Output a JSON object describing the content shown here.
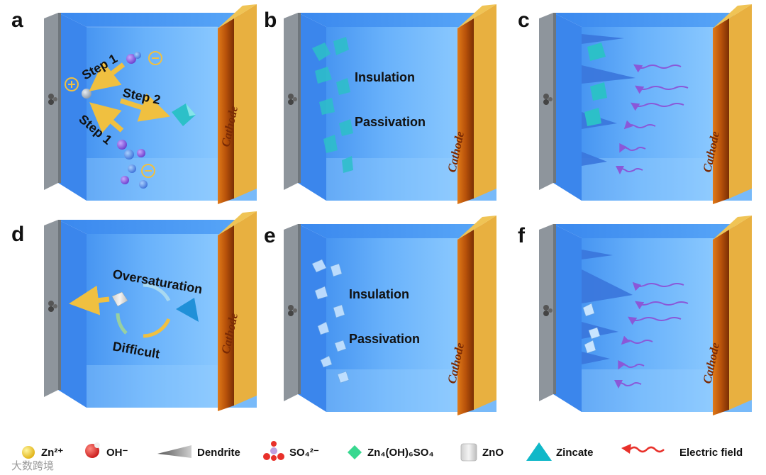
{
  "panels": [
    {
      "id": "a",
      "label": "a",
      "texts": {
        "step1_top": "Step 1",
        "step2": "Step 2",
        "step1_bottom": "Step 1"
      }
    },
    {
      "id": "b",
      "label": "b",
      "texts": {
        "insulation": "Insulation",
        "passivation": "Passivation"
      }
    },
    {
      "id": "c",
      "label": "c",
      "texts": {}
    },
    {
      "id": "d",
      "label": "d",
      "texts": {
        "oversaturation": "Oversaturation",
        "difficult": "Difficult"
      }
    },
    {
      "id": "e",
      "label": "e",
      "texts": {
        "insulation": "Insulation",
        "passivation": "Passivation"
      }
    },
    {
      "id": "f",
      "label": "f",
      "texts": {}
    }
  ],
  "cathode_label": "Cathode",
  "legend": [
    {
      "key": "zn",
      "icon": "zn2plus-sphere-icon",
      "label": "Zn²⁺"
    },
    {
      "key": "oh",
      "icon": "hydroxide-molecule-icon",
      "label": "OH⁻"
    },
    {
      "key": "dendrite",
      "icon": "dendrite-icon",
      "label": "Dendrite"
    },
    {
      "key": "so4",
      "icon": "sulfate-molecule-icon",
      "label": "SO₄²⁻"
    },
    {
      "key": "zhs",
      "icon": "zhs-crystal-icon",
      "label": "Zn₄(OH)₆SO₄"
    },
    {
      "key": "zno",
      "icon": "zno-cylinder-icon",
      "label": "ZnO"
    },
    {
      "key": "zincate",
      "icon": "zincate-pyramid-icon",
      "label": "Zincate"
    },
    {
      "key": "efield",
      "icon": "electric-field-arrow-icon",
      "label": "Electric field"
    }
  ],
  "watermark": "大数跨境",
  "colors": {
    "electrolyte": "#5aa8f8",
    "anode_gray": "#8e959c",
    "cathode_orange": "#c8600a",
    "cathode_gold": "#e8b040",
    "crystal": "#2cc0c8",
    "arrow_gold": "#f0c040",
    "field_purple": "#8a58d8",
    "legend_red": "#e8302a",
    "legend_green": "#38d890",
    "legend_zincate": "#10b8c8"
  }
}
